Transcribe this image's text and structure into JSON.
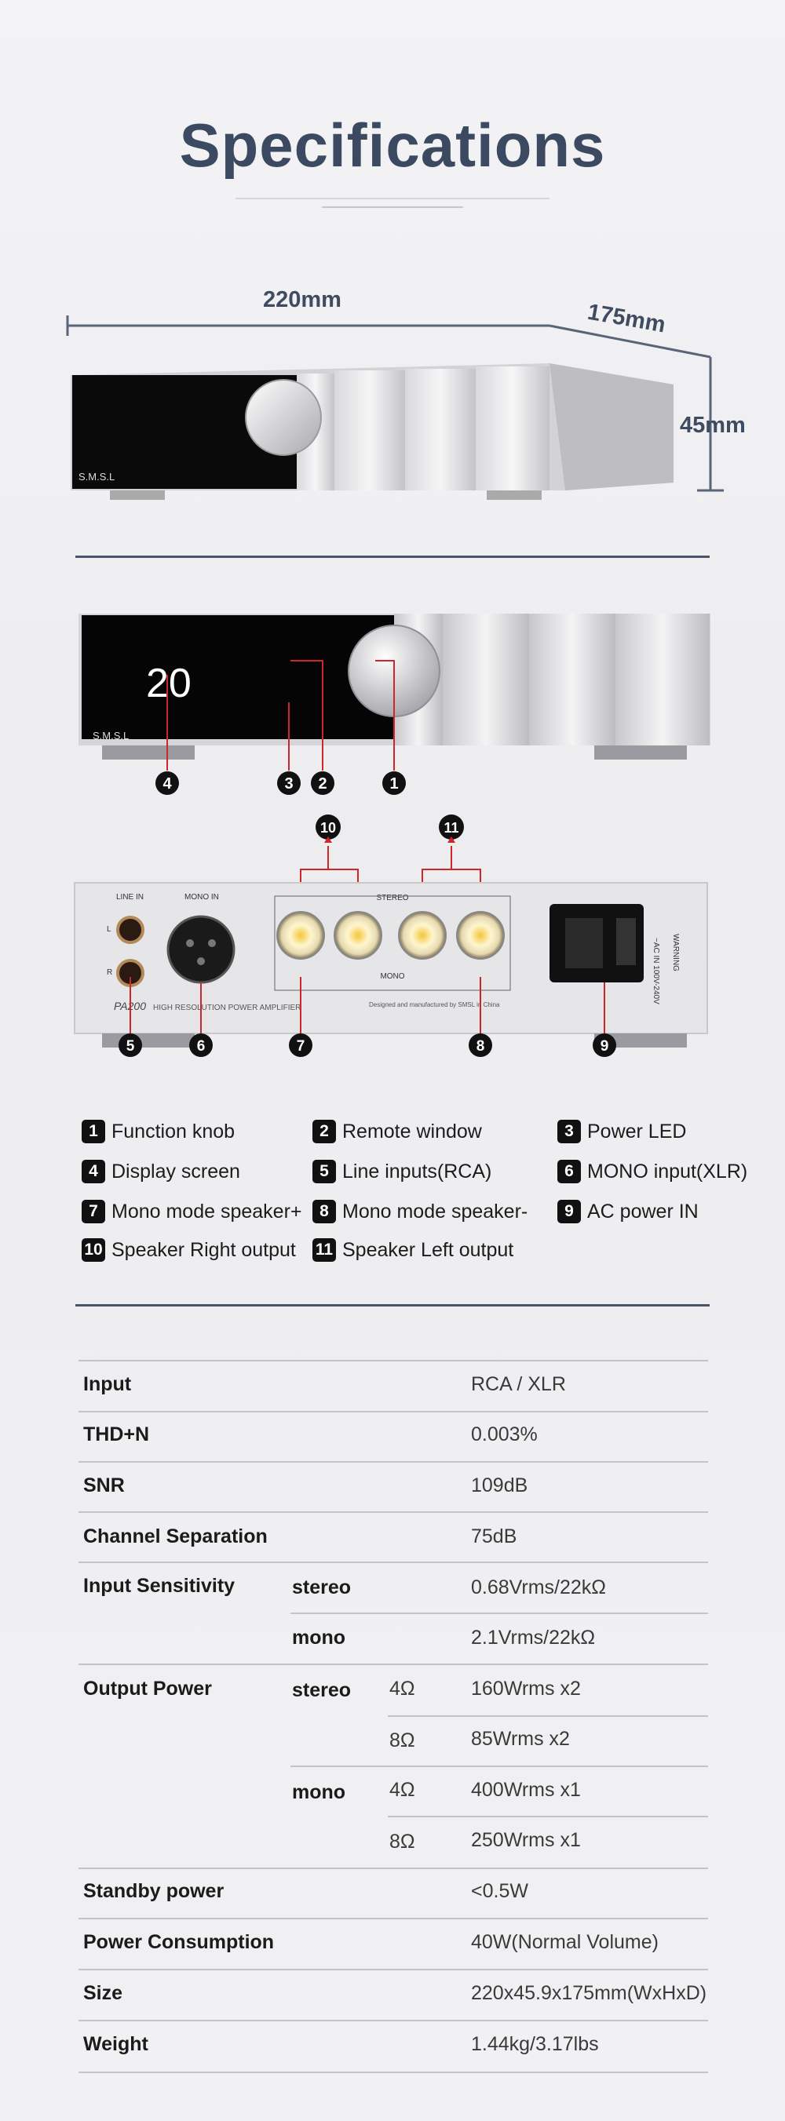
{
  "page": {
    "title": "Specifications"
  },
  "dimensions": {
    "width": "220mm",
    "depth": "175mm",
    "height": "45mm"
  },
  "product": {
    "brand_logo": "S.M.S.L",
    "display_value": "20",
    "model_text": "PA200",
    "model_subtitle": "HIGH RESOLUTION POWER AMPLIFIER",
    "made_text": "Designed and manufactured by SMSL in China"
  },
  "rear_labels": {
    "line_in": "LINE IN",
    "mono_in": "MONO IN",
    "stereo": "STEREO",
    "mono": "MONO",
    "l": "L",
    "r": "R",
    "plus": "+",
    "minus": "−",
    "ac": "~AC IN 100V-240V",
    "warning": "WARNING"
  },
  "callouts": [
    "1",
    "2",
    "3",
    "4",
    "5",
    "6",
    "7",
    "8",
    "9",
    "10",
    "11"
  ],
  "legend": [
    {
      "num": "1",
      "label": "Function knob"
    },
    {
      "num": "2",
      "label": "Remote window"
    },
    {
      "num": "3",
      "label": "Power LED"
    },
    {
      "num": "4",
      "label": "Display screen"
    },
    {
      "num": "5",
      "label": "Line inputs(RCA)"
    },
    {
      "num": "6",
      "label": "MONO input(XLR)"
    },
    {
      "num": "7",
      "label": "Mono mode speaker+"
    },
    {
      "num": "8",
      "label": "Mono mode speaker-"
    },
    {
      "num": "9",
      "label": "AC power IN"
    },
    {
      "num": "10",
      "label": "Speaker Right output"
    },
    {
      "num": "11",
      "label": "Speaker Left output"
    }
  ],
  "specs": {
    "input": {
      "label": "Input",
      "value": "RCA / XLR"
    },
    "thd": {
      "label": "THD+N",
      "value": "0.003%"
    },
    "snr": {
      "label": "SNR",
      "value": "109dB"
    },
    "channel_sep": {
      "label": "Channel Separation",
      "value": "75dB"
    },
    "sensitivity": {
      "label": "Input Sensitivity",
      "stereo_label": "stereo",
      "stereo_value": "0.68Vrms/22kΩ",
      "mono_label": "mono",
      "mono_value": "2.1Vrms/22kΩ"
    },
    "output": {
      "label": "Output Power",
      "stereo_label": "stereo",
      "mono_label": "mono",
      "rows": [
        {
          "ohm": "4Ω",
          "value": "160Wrms  x2"
        },
        {
          "ohm": "8Ω",
          "value": "85Wrms    x2"
        },
        {
          "ohm": "4Ω",
          "value": "400Wrms  x1"
        },
        {
          "ohm": "8Ω",
          "value": "250Wrms  x1"
        }
      ]
    },
    "standby": {
      "label": "Standby power",
      "value": "<0.5W"
    },
    "consumption": {
      "label": "Power Consumption",
      "value": "40W(Normal Volume)"
    },
    "size": {
      "label": "Size",
      "value": "220x45.9x175mm(WxHxD)"
    },
    "weight": {
      "label": "Weight",
      "value": "1.44kg/3.17lbs"
    }
  },
  "colors": {
    "title": "#3c4a61",
    "accent_red": "#d0262b",
    "rule_dark": "#4a5468"
  }
}
